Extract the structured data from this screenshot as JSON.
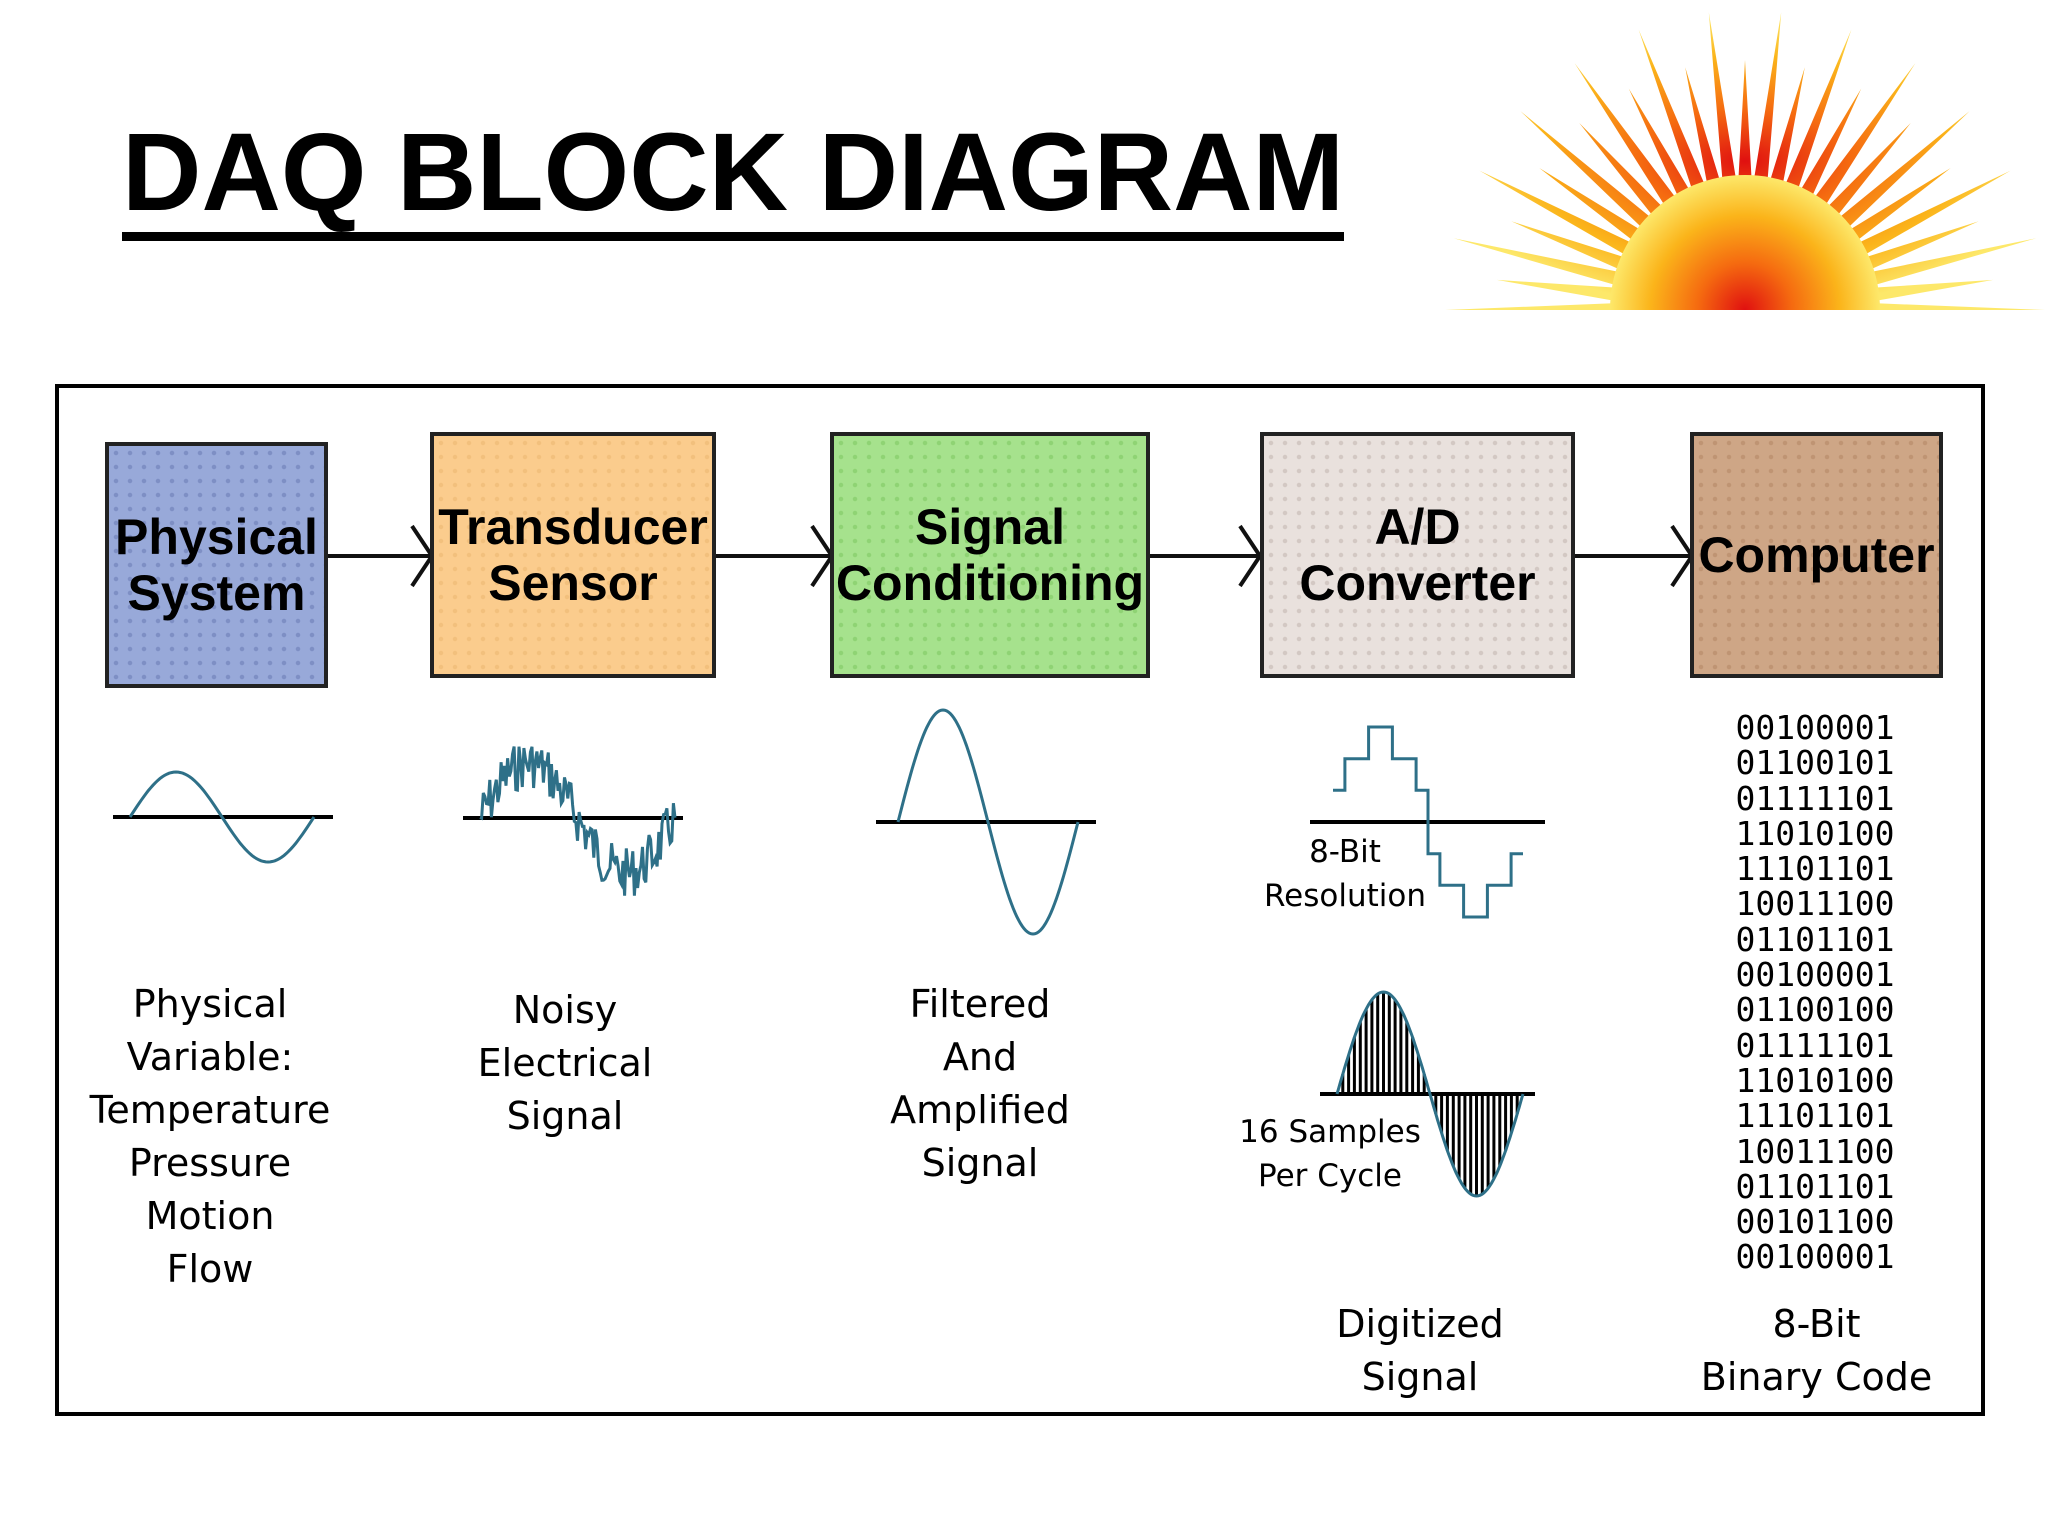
{
  "title": "DAQ BLOCK DIAGRAM",
  "blocks": [
    {
      "label": "Physical\nSystem"
    },
    {
      "label": "Transducer\nSensor"
    },
    {
      "label": "Signal\nConditioning"
    },
    {
      "label": "A/D\nConverter"
    },
    {
      "label": "Computer"
    }
  ],
  "captions": {
    "physical": "Physical\nVariable:\nTemperature\nPressure\nMotion\nFlow",
    "noisy": "Noisy\nElectrical\nSignal",
    "filtered": "Filtered\nAnd\nAmplified\nSignal",
    "digitized": "Digitized\nSignal",
    "binary": "8-Bit\nBinary Code"
  },
  "annotations": {
    "resolution": "8-Bit\nResolution",
    "samples": "16 Samples\nPer Cycle"
  },
  "binary_code": [
    "00100001",
    "01100101",
    "01111101",
    "11010100",
    "11101101",
    "10011100",
    "01101101",
    "00100001",
    "01100100",
    "01111101",
    "11010100",
    "11101101",
    "10011100",
    "01101101",
    "00101100",
    "00100001"
  ],
  "colors": {
    "waveform": "#2e7088",
    "physical_block": "#98a9d9",
    "transducer_block": "#fbcc8d",
    "signal_block": "#a6e28d",
    "ad_block": "#e9e1dd",
    "computer_block": "#cea686"
  }
}
